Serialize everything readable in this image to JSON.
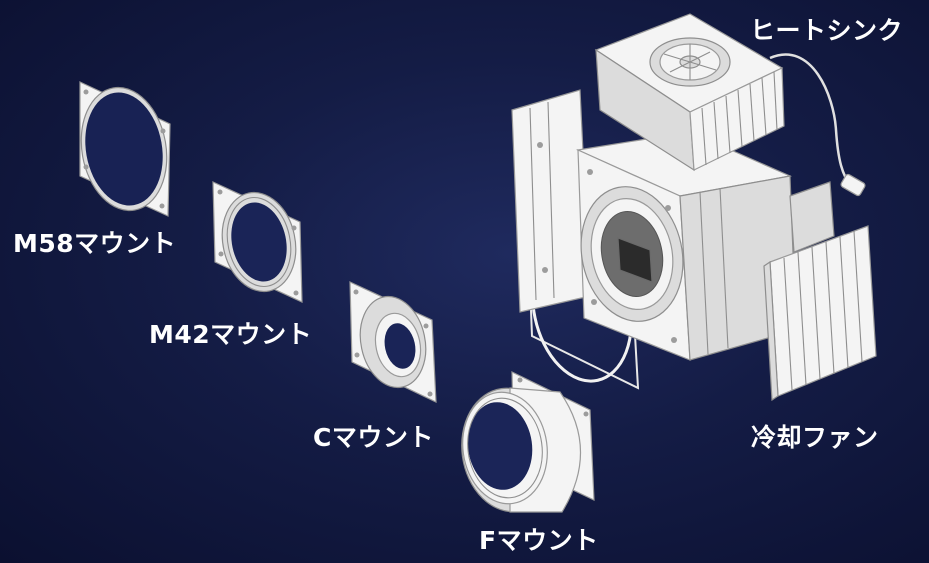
{
  "labels": {
    "heatsink": "ヒートシンク",
    "m58": "M58マウント",
    "m42": "M42マウント",
    "c_mount": "Cマウント",
    "f_mount": "Fマウント",
    "cooling_fan": "冷却ファン"
  },
  "colors": {
    "background": "#141c45",
    "label_text": "#ffffff",
    "part_fill": "#f4f4f4",
    "part_outline": "#9a9a9a"
  }
}
